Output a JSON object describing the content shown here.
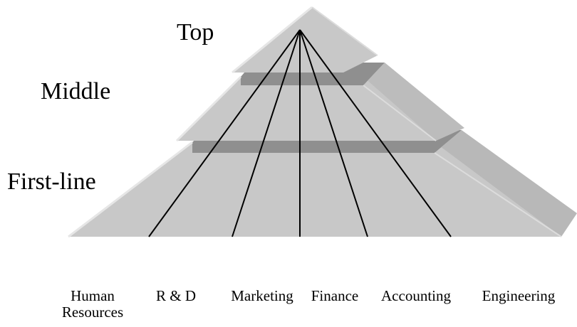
{
  "levels": {
    "top": "Top",
    "middle": "Middle",
    "first_line": "First-line"
  },
  "departments": [
    "Human\nResources",
    "R & D",
    "Marketing",
    "Finance",
    "Accounting",
    "Engineering"
  ],
  "colors": {
    "tier_face": "#c8c8c8",
    "tier_top_edge": "#e0e0e0",
    "tier_right_side": "#b5b5b5",
    "tier_shadow": "#8f8f8f",
    "lines": "#000000"
  }
}
